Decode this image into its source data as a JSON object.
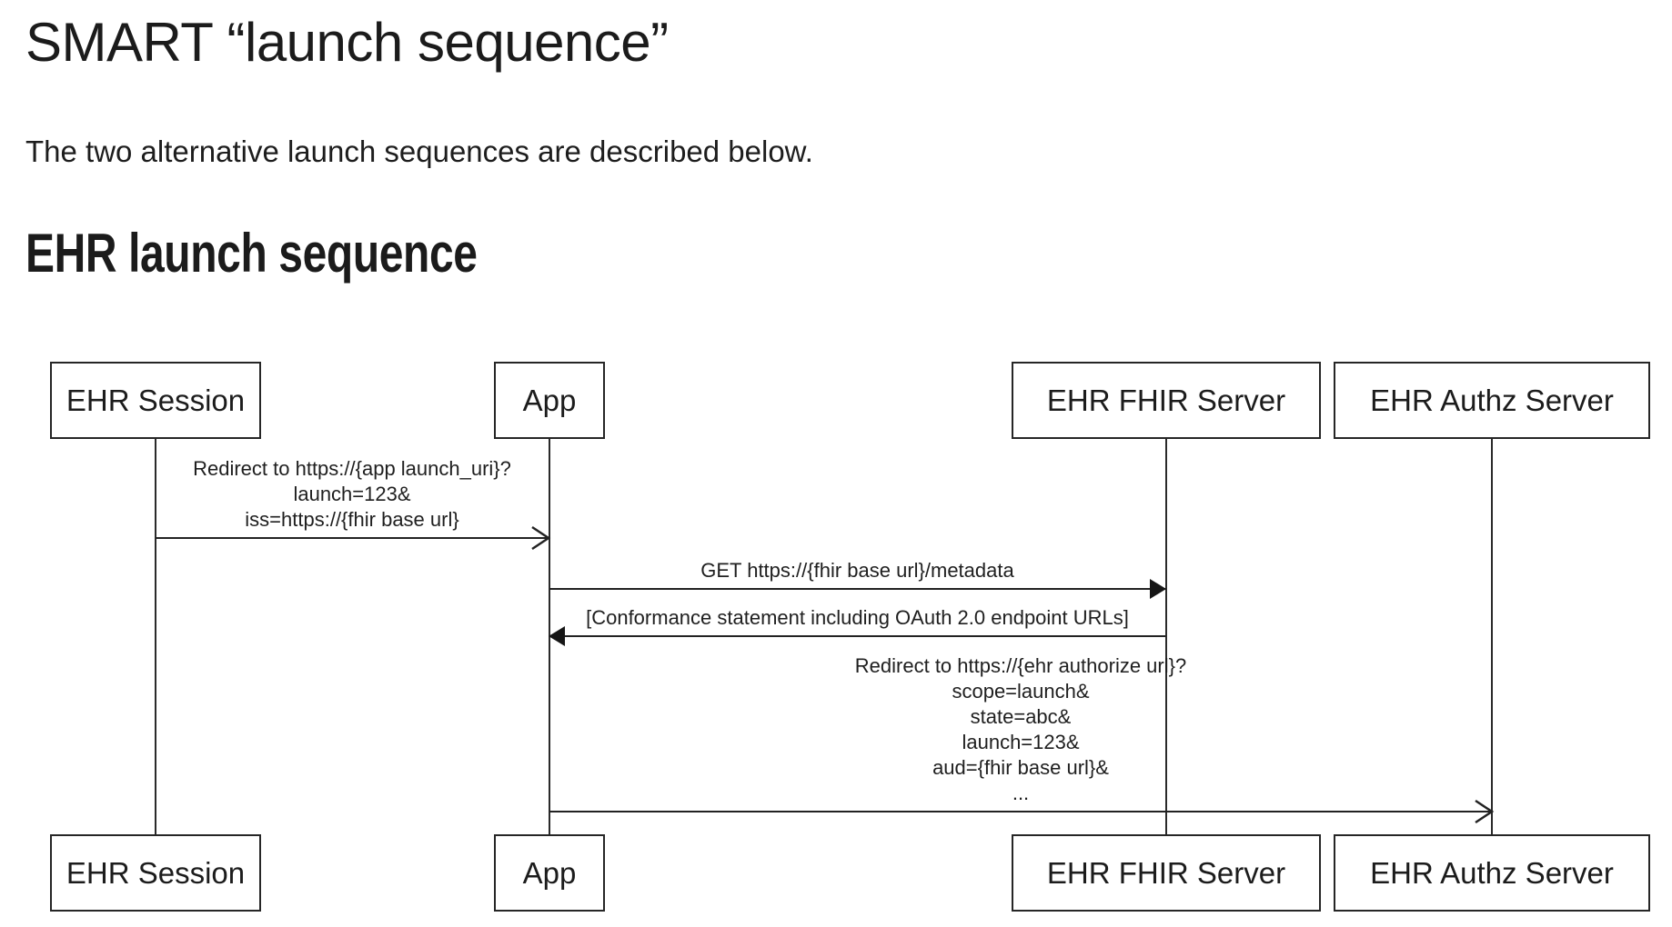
{
  "page": {
    "title": "SMART “launch sequence”",
    "intro": "The two alternative launch sequences are described below.",
    "section_heading": "EHR launch sequence"
  },
  "diagram": {
    "actors": [
      {
        "label": "EHR Session"
      },
      {
        "label": "App"
      },
      {
        "label": "EHR FHIR Server"
      },
      {
        "label": "EHR Authz Server"
      }
    ],
    "messages": [
      {
        "from": "EHR Session",
        "to": "App",
        "arrow": "open",
        "label": "Redirect to https://{app launch_uri}?\nlaunch=123&\niss=https://{fhir base url}"
      },
      {
        "from": "App",
        "to": "EHR FHIR Server",
        "arrow": "filled",
        "label": "GET https://{fhir base url}/metadata"
      },
      {
        "from": "EHR FHIR Server",
        "to": "App",
        "arrow": "filled",
        "label": "[Conformance statement including OAuth 2.0 endpoint URLs]"
      },
      {
        "from": "App",
        "to": "EHR Authz Server",
        "arrow": "open",
        "label": "Redirect to https://{ehr authorize url}?\nscope=launch&\nstate=abc&\nlaunch=123&\naud={fhir base url}&\n..."
      }
    ]
  }
}
